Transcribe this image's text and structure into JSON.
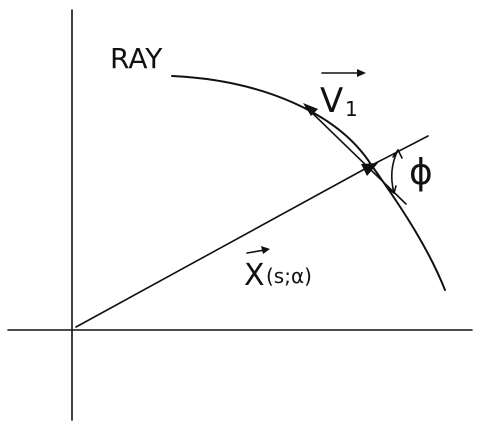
{
  "labels": {
    "ray": "RAY",
    "velocity_letter": "V",
    "velocity_subscript": "1",
    "angle": "ϕ",
    "position_letter": "X",
    "position_args": "(s;α)"
  },
  "colors": {
    "ink": "#111111",
    "background": "#ffffff"
  }
}
